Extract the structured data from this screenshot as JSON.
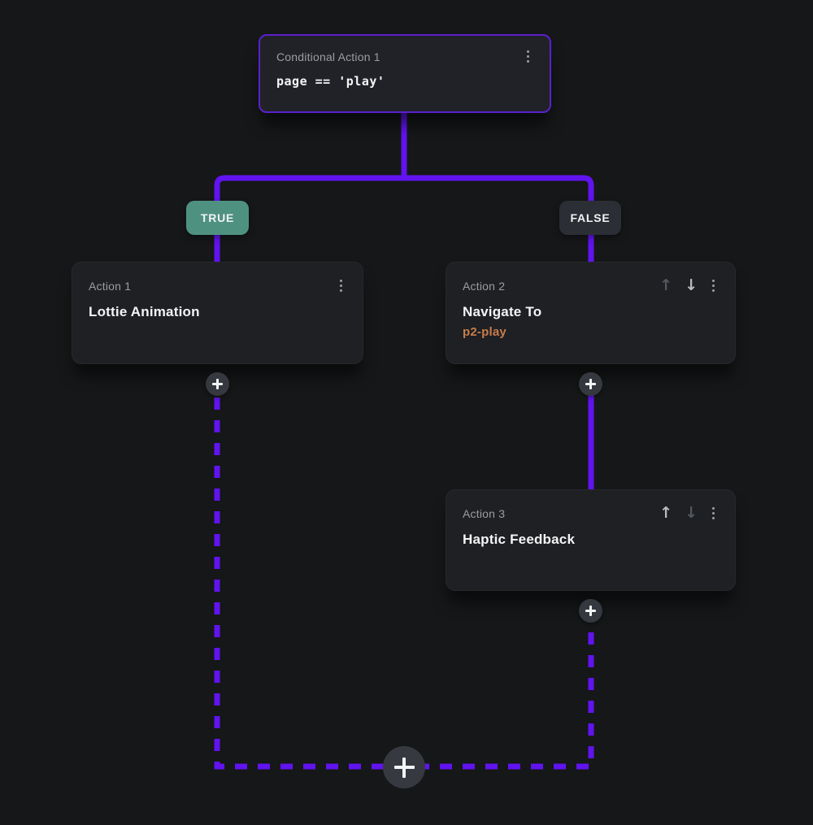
{
  "flow": {
    "conditional": {
      "label": "Conditional Action 1",
      "condition": "page == 'play'"
    },
    "branches": {
      "true_label": "TRUE",
      "false_label": "FALSE"
    },
    "actions": [
      {
        "label": "Action 1",
        "title": "Lottie Animation"
      },
      {
        "label": "Action 2",
        "title": "Navigate To",
        "target": "p2-play"
      },
      {
        "label": "Action 3",
        "title": "Haptic Feedback"
      }
    ]
  },
  "icons": {
    "arrow_up": "↑",
    "arrow_down": "↓",
    "kebab": "vertical-three-dots",
    "plus": "plus"
  },
  "colors": {
    "background": "#151718",
    "connector_purple": "#6113f0",
    "conditional_border": "#5a21cd",
    "card_background": "#1e2023",
    "true_badge": "#4f9181",
    "false_badge": "#2b2e34",
    "target_orange": "#c87c4b",
    "label_gray": "#9b9da2",
    "title_white": "#f3f4f5"
  }
}
